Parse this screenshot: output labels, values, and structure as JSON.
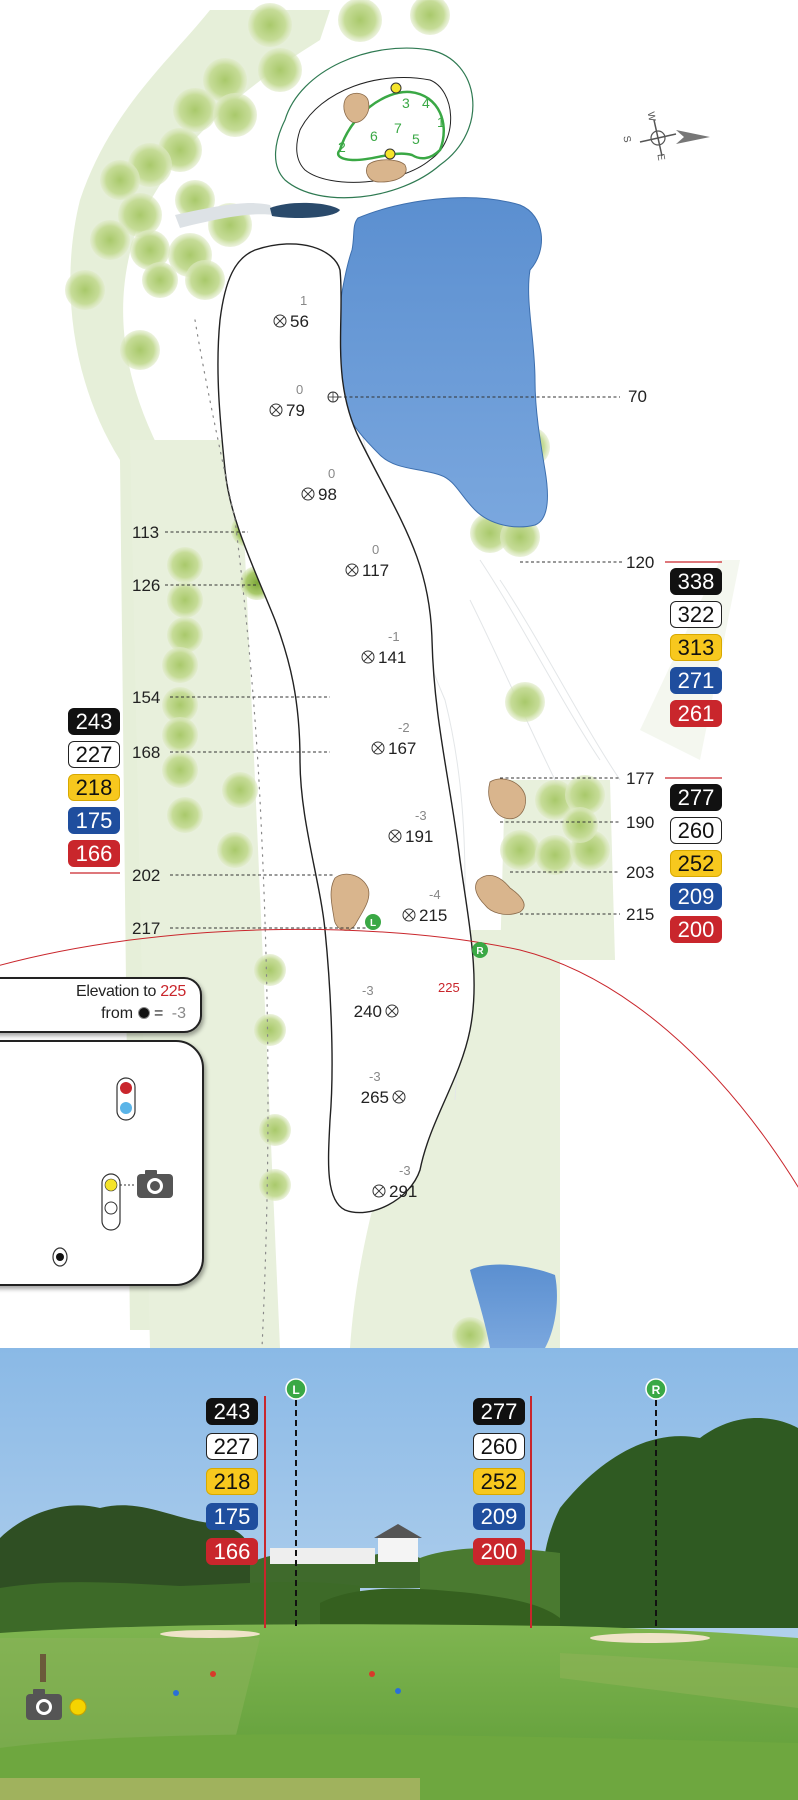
{
  "distances": {
    "center": [
      {
        "value": "56",
        "elev": "1"
      },
      {
        "value": "79",
        "elev": "0"
      },
      {
        "value": "98",
        "elev": "0"
      },
      {
        "value": "117",
        "elev": "0"
      },
      {
        "value": "141",
        "elev": "-1"
      },
      {
        "value": "167",
        "elev": "-2"
      },
      {
        "value": "191",
        "elev": "-3"
      },
      {
        "value": "215",
        "elev": "-4"
      },
      {
        "value": "240",
        "elev": "-3"
      },
      {
        "value": "265",
        "elev": "-3"
      },
      {
        "value": "291",
        "elev": "-3"
      }
    ],
    "left_callouts": [
      "113",
      "126",
      "154",
      "168",
      "202",
      "217"
    ],
    "right_callouts": [
      "70",
      "120",
      "177",
      "190",
      "203",
      "215"
    ]
  },
  "green_zones": [
    "1",
    "2",
    "3",
    "4",
    "5",
    "6",
    "7"
  ],
  "tee_yardages": [
    "338",
    "322",
    "313",
    "271",
    "261"
  ],
  "left_aim": [
    "243",
    "227",
    "218",
    "175",
    "166"
  ],
  "right_aim": [
    "277",
    "260",
    "252",
    "209",
    "200"
  ],
  "markers": {
    "left": "L",
    "right": "R"
  },
  "elevation": {
    "label": "Elevation to",
    "target": "225",
    "from_label": "from",
    "equals": "=",
    "value": "-3"
  },
  "arc_label": "225",
  "compass": {
    "w": "W",
    "s": "S",
    "e": "E"
  },
  "colors": {
    "water": "#6e9fd8",
    "rough": "#e4edd6",
    "trees": "#c8dca2",
    "fairway": "#ffffff",
    "bunker": "#d9b58d",
    "marker_green": "#3aa845",
    "arc": "#c9262c"
  }
}
